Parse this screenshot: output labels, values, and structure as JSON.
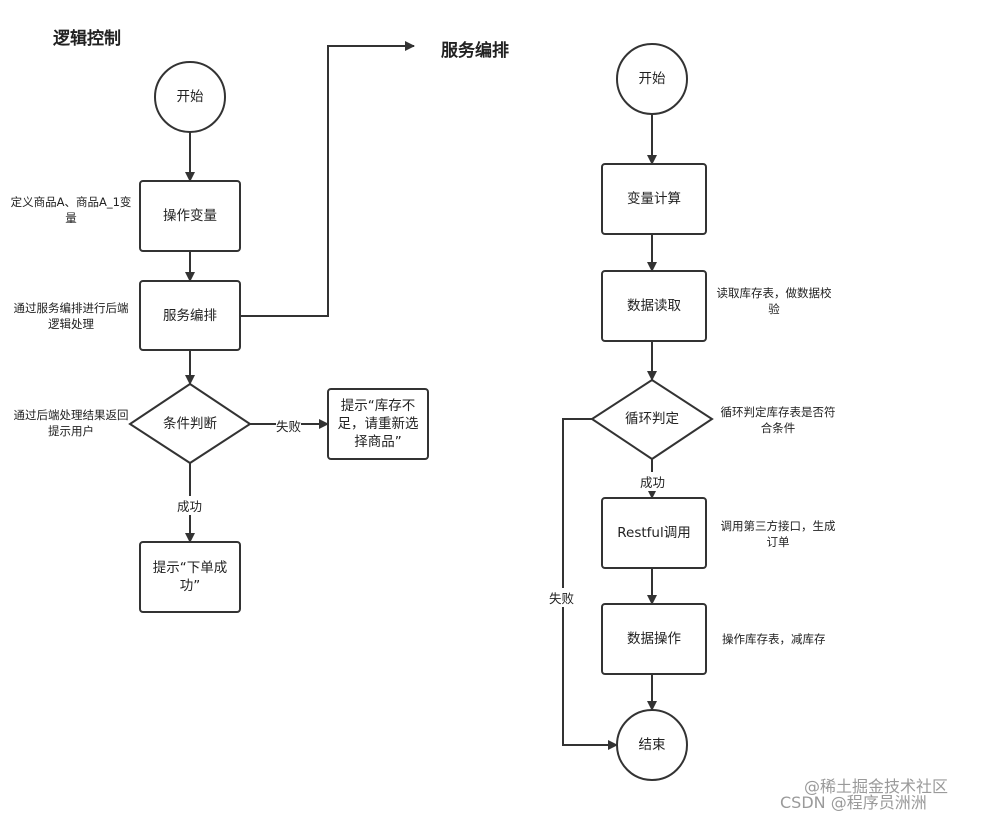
{
  "titles": {
    "logic": "逻辑控制",
    "orchestration": "服务编排"
  },
  "left_flow": {
    "start": "开始",
    "op_vars": "操作变量",
    "service_orch": "服务编排",
    "condition": "条件判断",
    "fail_box": "提示“库存不足，请重新选择商品”",
    "success_box": "提示“下单成功”",
    "fail_label": "失败",
    "success_label": "成功"
  },
  "left_notes": {
    "define_vars": "定义商品A、商品A_1变量",
    "backend_logic": "通过服务编排进行后端逻辑处理",
    "return_result": "通过后端处理结果返回提示用户"
  },
  "right_flow": {
    "start": "开始",
    "var_calc": "变量计算",
    "data_read": "数据读取",
    "loop_judge": "循环判定",
    "restful": "Restful调用",
    "data_op": "数据操作",
    "end": "结束",
    "success_label": "成功",
    "fail_label": "失败"
  },
  "right_notes": {
    "read_stock": "读取库存表，做数据校验",
    "loop_check": "循环判定库存表是否符合条件",
    "call_api": "调用第三方接口，生成订单",
    "reduce_stock": "操作库存表，减库存"
  },
  "watermarks": {
    "juejin": "@稀土掘金技术社区",
    "csdn": "CSDN @程序员洲洲"
  }
}
